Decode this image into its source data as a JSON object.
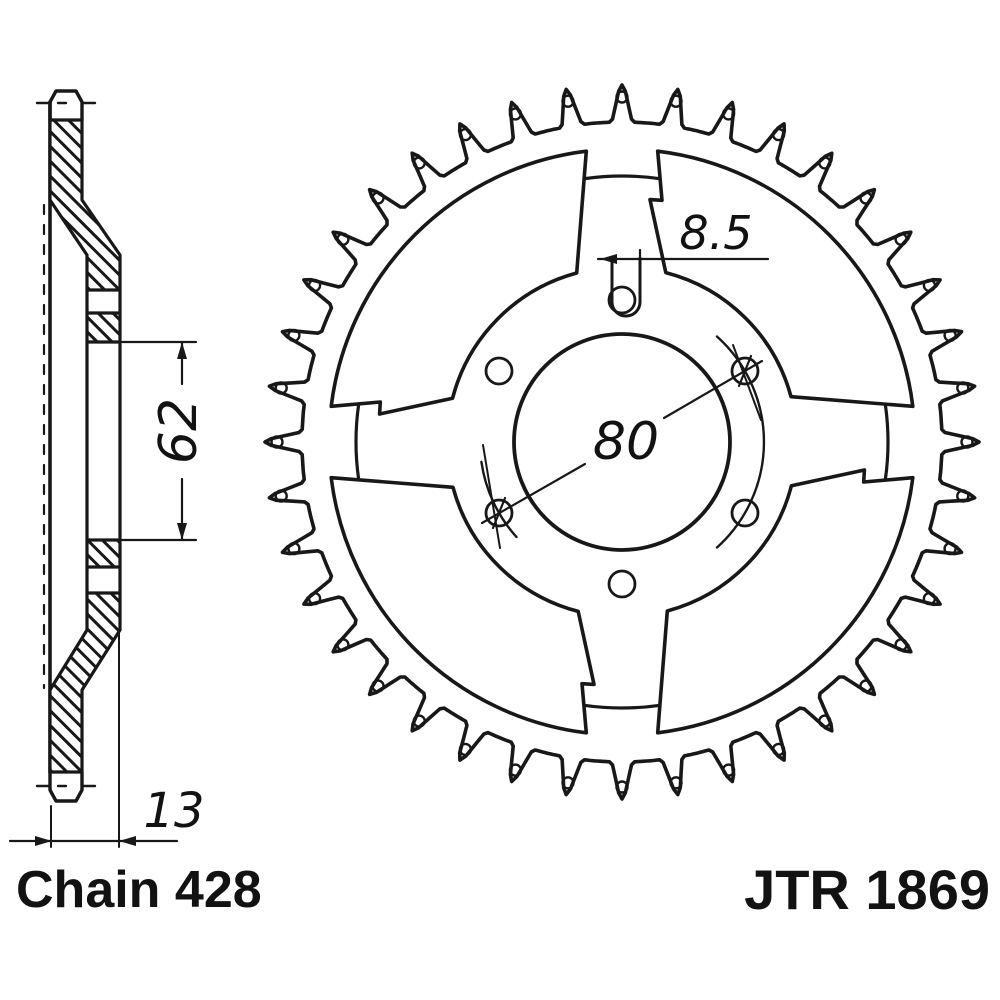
{
  "drawing": {
    "background": "#ffffff",
    "line_color": "#181818",
    "section_view": {
      "dim_height": "62",
      "dim_width": "13",
      "chain_label": "Chain 428"
    },
    "front_view": {
      "dim_hole_diameter": "8.5",
      "dim_bolt_circle": "80",
      "part_label": "JTR 1869",
      "teeth_drawn": 40,
      "bolt_holes_drawn": 6
    }
  }
}
